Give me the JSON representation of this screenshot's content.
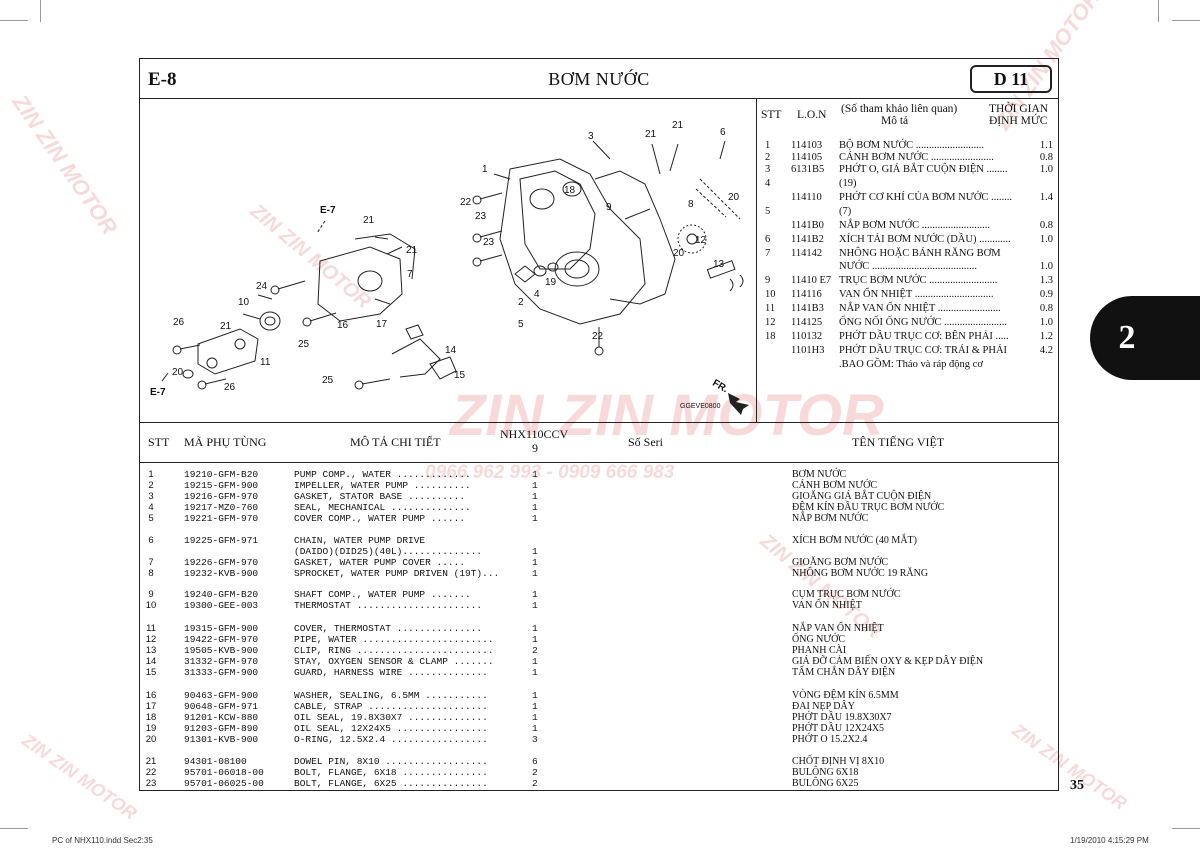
{
  "header": {
    "section_code": "E-8",
    "title": "BƠM NƯỚC",
    "badge": "D 11"
  },
  "diagram": {
    "callouts": [
      "1",
      "2",
      "3",
      "4",
      "5",
      "6",
      "7",
      "8",
      "9",
      "10",
      "11",
      "12",
      "13",
      "14",
      "15",
      "16",
      "17",
      "18",
      "19",
      "20",
      "20",
      "20",
      "21",
      "21",
      "21",
      "21",
      "21",
      "22",
      "22",
      "23",
      "23",
      "24",
      "25",
      "25",
      "26",
      "26"
    ],
    "ref_labels": [
      "E-7",
      "E-7"
    ],
    "fr_label": "FR.",
    "code": "GGEVE0800"
  },
  "reference": {
    "headers": {
      "stt": "STT",
      "lon": "L.O.N",
      "desc_line1": "(Số tham khảo liên quan)",
      "desc_line2": "Mô tả",
      "time_line1": "THỜI GIAN",
      "time_line2": "ĐỊNH MỨC"
    },
    "rows": [
      {
        "stt": "1",
        "lon": "114103",
        "desc": "BỘ BƠM NƯỚC ..........................",
        "time": "1.1"
      },
      {
        "stt": "2",
        "lon": "114105",
        "desc": "CÁNH BƠM NƯỚC ........................",
        "time": "0.8"
      },
      {
        "stt": "3",
        "lon": "6131B5",
        "desc": "PHỚT O, GIÁ BẮT CUỘN ĐIỆN ........",
        "time": "1.0"
      },
      {
        "stt": "4",
        "lon": "",
        "desc": "(19)",
        "time": ""
      },
      {
        "stt": "",
        "lon": "114110",
        "desc": "PHỚT CƠ KHÍ CỦA BƠM NƯỚC ........",
        "time": "1.4"
      },
      {
        "stt": "5",
        "lon": "",
        "desc": "(7)",
        "time": ""
      },
      {
        "stt": "",
        "lon": "1141B0",
        "desc": "NẮP BƠM NƯỚC ..........................",
        "time": "0.8"
      },
      {
        "stt": "6",
        "lon": "1141B2",
        "desc": "XÍCH TẢI BƠM NƯỚC (DẦU) ............",
        "time": "1.0"
      },
      {
        "stt": "7",
        "lon": "114142",
        "desc": "NHÔNG HOẶC BÁNH RĂNG BƠM",
        "time": ""
      },
      {
        "stt": "",
        "lon": "",
        "desc": "NƯỚC ........................................",
        "time": "1.0"
      },
      {
        "stt": "9",
        "lon": "11410 E7",
        "desc": "TRỤC BƠM NƯỚC ..........................",
        "time": "1.3"
      },
      {
        "stt": "10",
        "lon": "114116",
        "desc": "VAN ỔN NHIỆT ..............................",
        "time": "0.9"
      },
      {
        "stt": "11",
        "lon": "1141B3",
        "desc": "NẮP VAN ỔN NHIỆT ........................",
        "time": "0.8"
      },
      {
        "stt": "12",
        "lon": "114125",
        "desc": "ỐNG NỐI ỐNG NƯỚC ........................",
        "time": "1.0"
      },
      {
        "stt": "18",
        "lon": "110132",
        "desc": "PHỚT DẦU TRỤC CƠ: BÊN PHẢI .....",
        "time": "1.2"
      },
      {
        "stt": "",
        "lon": "1101H3",
        "desc": "PHỚT DẦU TRỤC CƠ: TRÁI & PHẢI",
        "time": "4.2"
      },
      {
        "stt": "",
        "lon": "",
        "desc": ".BAO GỒM: Tháo và ráp động cơ",
        "time": ""
      }
    ]
  },
  "parts_header": {
    "stt": "STT",
    "part_no": "MÃ PHỤ TÙNG",
    "desc": "MÔ TẢ CHI TIẾT",
    "model": "NHX110CCV",
    "model_sub": "9",
    "serial": "Số Seri",
    "vn_name": "TÊN TIẾNG VIỆT"
  },
  "parts": [
    {
      "stt": "1",
      "pn": "19210-GFM-B20",
      "desc": "PUMP COMP., WATER .............",
      "qty": "1",
      "vn": "BƠM NƯỚC"
    },
    {
      "stt": "2",
      "pn": "19215-GFM-900",
      "desc": "IMPELLER, WATER PUMP ..........",
      "qty": "1",
      "vn": "CÁNH BƠM NƯỚC"
    },
    {
      "stt": "3",
      "pn": "19216-GFM-970",
      "desc": "GASKET, STATOR BASE ..........",
      "qty": "1",
      "vn": "GIOĂNG GIÁ BẮT CUỘN ĐIỆN"
    },
    {
      "stt": "4",
      "pn": "19217-MZ0-760",
      "desc": "SEAL, MECHANICAL ..............",
      "qty": "1",
      "vn": "ĐỆM KÍN ĐẦU TRỤC BƠM NƯỚC"
    },
    {
      "stt": "5",
      "pn": "19221-GFM-970",
      "desc": "COVER COMP., WATER PUMP ......",
      "qty": "1",
      "vn": "NẮP BƠM NƯỚC"
    },
    {
      "stt": "6",
      "pn": "19225-GFM-971",
      "desc": "CHAIN, WATER PUMP DRIVE",
      "qty": "",
      "vn": "XÍCH BƠM NƯỚC (40 MẮT)"
    },
    {
      "stt": "",
      "pn": "",
      "desc": "(DAIDO)(DID25)(40L)..............",
      "qty": "1",
      "vn": ""
    },
    {
      "stt": "7",
      "pn": "19226-GFM-970",
      "desc": "GASKET, WATER PUMP COVER .....",
      "qty": "1",
      "vn": "GIOĂNG BƠM NƯỚC"
    },
    {
      "stt": "8",
      "pn": "19232-KVB-900",
      "desc": "SPROCKET, WATER PUMP DRIVEN (19T)...",
      "qty": "1",
      "vn": "NHÔNG BƠM NƯỚC 19 RĂNG"
    },
    {
      "stt": "9",
      "pn": "19240-GFM-B20",
      "desc": "SHAFT COMP., WATER PUMP .......",
      "qty": "1",
      "vn": "CỤM TRỤC BƠM NƯỚC"
    },
    {
      "stt": "10",
      "pn": "19300-GEE-003",
      "desc": "THERMOSTAT ......................",
      "qty": "1",
      "vn": "VAN ỔN NHIỆT"
    },
    {
      "stt": "11",
      "pn": "19315-GFM-900",
      "desc": "COVER, THERMOSTAT ...............",
      "qty": "1",
      "vn": "NẮP VAN ỔN NHIỆT"
    },
    {
      "stt": "12",
      "pn": "19422-GFM-970",
      "desc": "PIPE, WATER .......................",
      "qty": "1",
      "vn": "ỐNG NƯỚC"
    },
    {
      "stt": "13",
      "pn": "19505-KVB-900",
      "desc": "CLIP, RING ........................",
      "qty": "2",
      "vn": "PHANH CÀI"
    },
    {
      "stt": "14",
      "pn": "31332-GFM-970",
      "desc": "STAY, OXYGEN SENSOR & CLAMP .......",
      "qty": "1",
      "vn": "GIÁ ĐỠ CẢM BIẾN OXY & KẸP DÂY ĐIỆN"
    },
    {
      "stt": "15",
      "pn": "31333-GFM-900",
      "desc": "GUARD, HARNESS WIRE ..............",
      "qty": "1",
      "vn": "TẤM CHẮN DÂY ĐIỆN"
    },
    {
      "stt": "16",
      "pn": "90463-GFM-900",
      "desc": "WASHER, SEALING, 6.5MM ...........",
      "qty": "1",
      "vn": "VÒNG ĐỆM KÍN 6.5MM"
    },
    {
      "stt": "17",
      "pn": "90648-GFM-971",
      "desc": "CABLE, STRAP .....................",
      "qty": "1",
      "vn": "ĐAI NẸP DÂY"
    },
    {
      "stt": "18",
      "pn": "91201-KCW-880",
      "desc": "OIL SEAL, 19.8X30X7 ..............",
      "qty": "1",
      "vn": "PHỚT DẦU 19.8X30X7"
    },
    {
      "stt": "19",
      "pn": "91203-GFM-890",
      "desc": "OIL SEAL, 12X24X5 ................",
      "qty": "1",
      "vn": "PHỚT DẦU 12X24X5"
    },
    {
      "stt": "20",
      "pn": "91301-KVB-900",
      "desc": "O-RING, 12.5X2.4 .................",
      "qty": "3",
      "vn": "PHỚT O 15.2X2.4"
    },
    {
      "stt": "21",
      "pn": "94301-08100",
      "desc": "DOWEL PIN, 8X10 ..................",
      "qty": "6",
      "vn": "CHỐT ĐỊNH VỊ 8X10"
    },
    {
      "stt": "22",
      "pn": "95701-06018-00",
      "desc": "BOLT, FLANGE, 6X18 ...............",
      "qty": "2",
      "vn": "BULÔNG 6X18"
    },
    {
      "stt": "23",
      "pn": "95701-06025-00",
      "desc": "BOLT, FLANGE, 6X25 ...............",
      "qty": "2",
      "vn": "BULÔNG 6X25"
    }
  ],
  "page_number": "35",
  "section_tab": "2",
  "watermark": {
    "brand": "ZIN ZIN MOTOR",
    "phone": "0966 962 993 - 0909 666 983"
  },
  "footer": {
    "left": "PC of NHX110.indd   Sec2:35",
    "right": "1/19/2010   4:15:29 PM"
  }
}
